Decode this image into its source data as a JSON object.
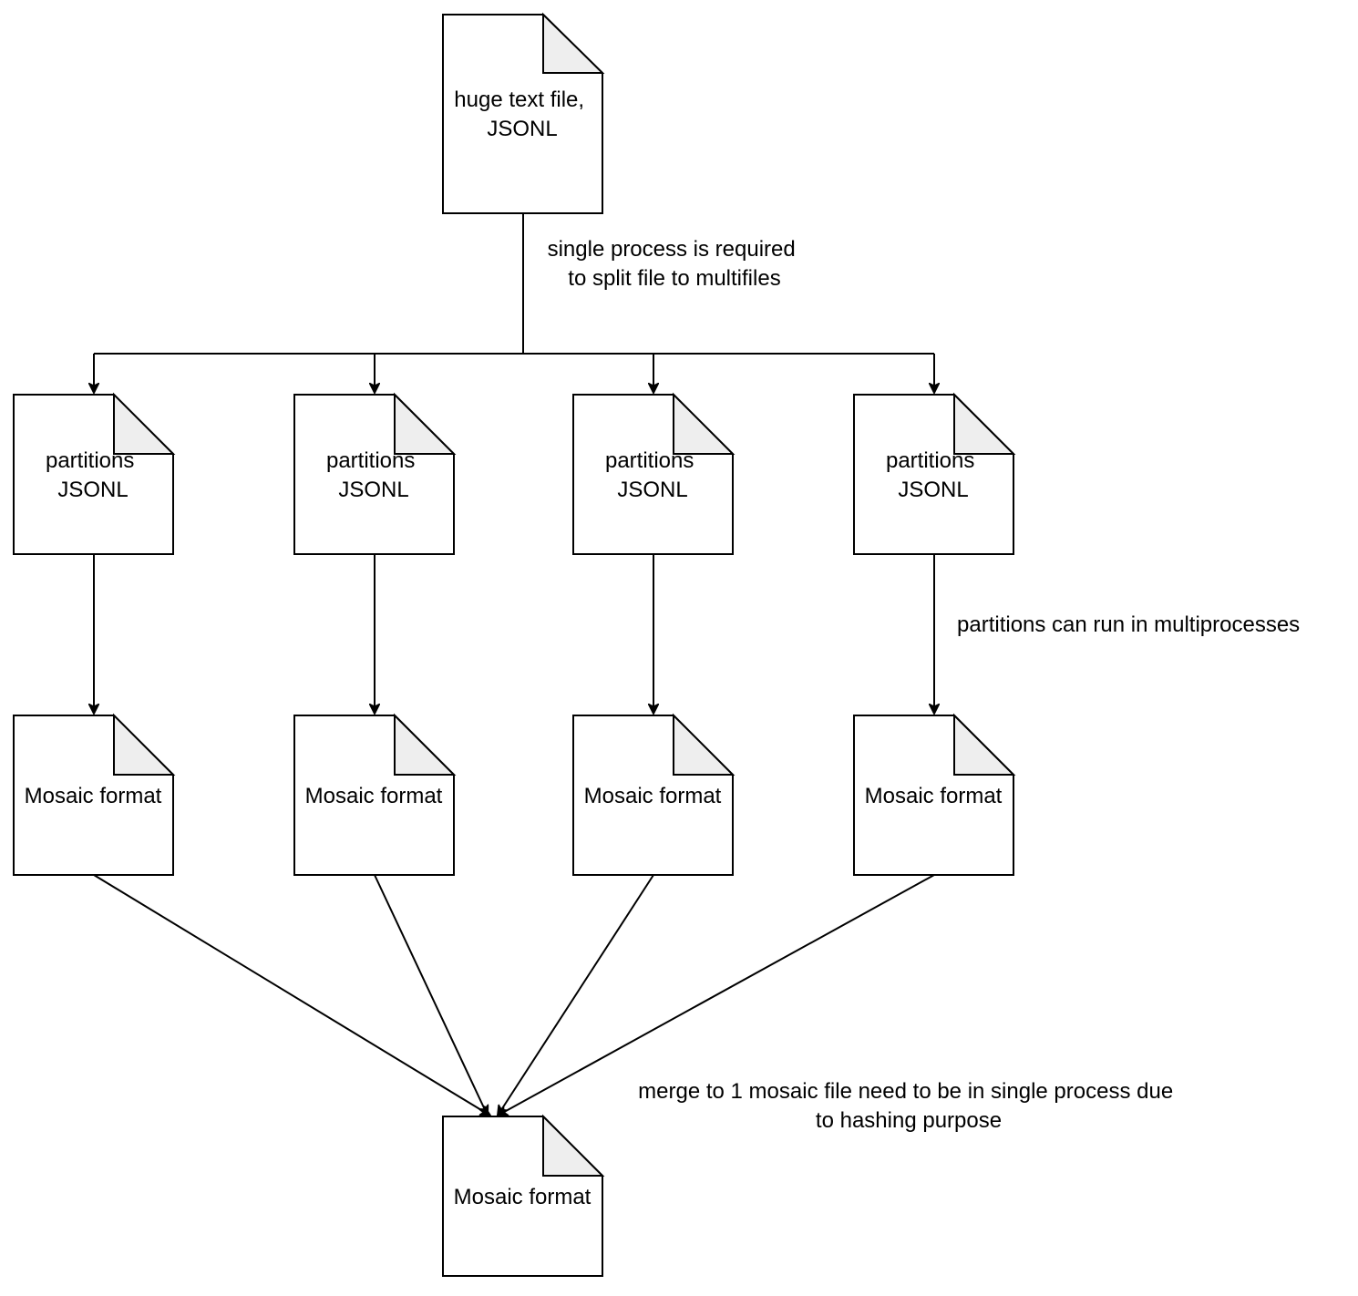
{
  "diagram": {
    "source": {
      "lines": [
        "huge text file,",
        "JSONL"
      ]
    },
    "partitions": [
      {
        "lines": [
          "partitions",
          "JSONL"
        ]
      },
      {
        "lines": [
          "partitions",
          "JSONL"
        ]
      },
      {
        "lines": [
          "partitions",
          "JSONL"
        ]
      },
      {
        "lines": [
          "partitions",
          "JSONL"
        ]
      }
    ],
    "converted": [
      {
        "lines": [
          "Mosaic format"
        ]
      },
      {
        "lines": [
          "Mosaic format"
        ]
      },
      {
        "lines": [
          "Mosaic format"
        ]
      },
      {
        "lines": [
          "Mosaic format"
        ]
      }
    ],
    "merged": {
      "lines": [
        "Mosaic format"
      ]
    },
    "notes": {
      "split": [
        "single process is required",
        "to split file to multifiles"
      ],
      "parallel": [
        "partitions can run in multiprocesses"
      ],
      "merge": [
        "merge to 1 mosaic file need to be in single process due",
        "to hashing purpose"
      ]
    },
    "colors": {
      "stroke": "#000000",
      "fill": "#ffffff",
      "fold_fill": "#eeeeee",
      "text": "#000000"
    }
  }
}
